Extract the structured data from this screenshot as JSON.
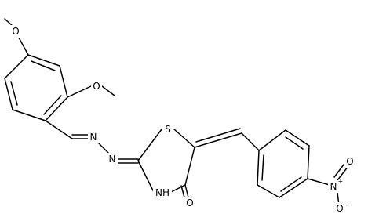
{
  "structure": {
    "atoms": [
      {
        "id": "o_methoxy_top",
        "label": "O"
      },
      {
        "id": "o_methoxy_right",
        "label": "O"
      },
      {
        "id": "n_hydrazone_1",
        "label": "N"
      },
      {
        "id": "n_hydrazone_2",
        "label": "N"
      },
      {
        "id": "s_ring",
        "label": "S"
      },
      {
        "id": "nh_ring",
        "label": "NH"
      },
      {
        "id": "o_carbonyl",
        "label": "O"
      },
      {
        "id": "n_nitro",
        "label": "N",
        "charge": "+"
      },
      {
        "id": "o_nitro_top",
        "label": "O"
      },
      {
        "id": "o_nitro_bottom",
        "label": "O",
        "charge": "-"
      }
    ]
  }
}
